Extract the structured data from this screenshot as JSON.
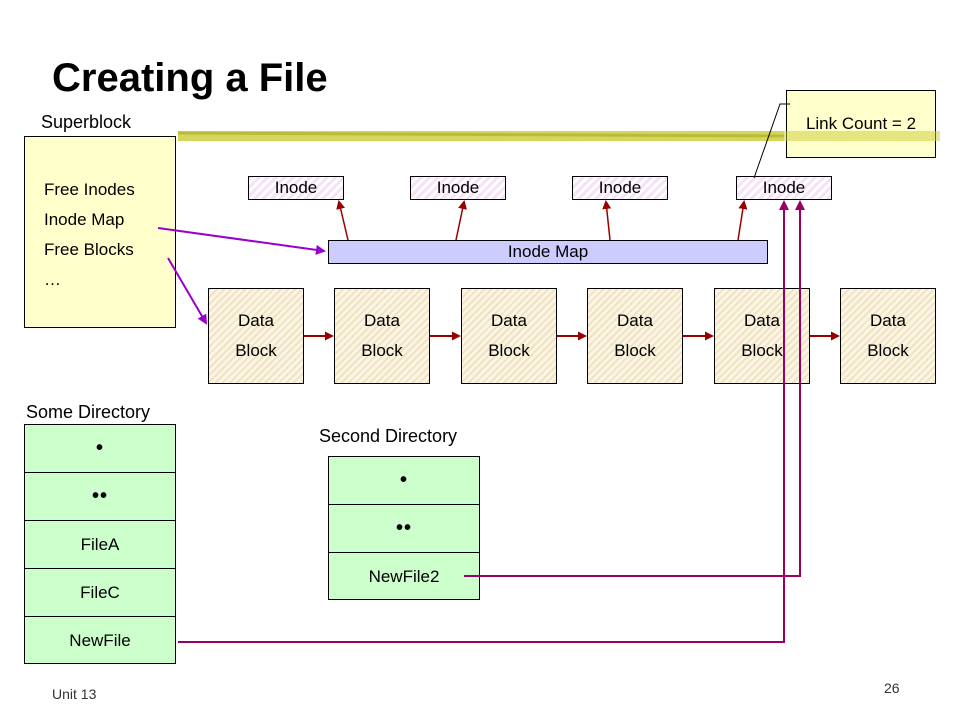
{
  "slide": {
    "title": "Creating a File",
    "footer_left": "Unit 13",
    "page_number": "26"
  },
  "superblock": {
    "label": "Superblock",
    "lines": [
      "Free Inodes",
      "Inode Map",
      "Free Blocks",
      "…"
    ]
  },
  "link_count": {
    "text": "Link Count = 2"
  },
  "inodes": [
    "Inode",
    "Inode",
    "Inode",
    "Inode"
  ],
  "inode_map": {
    "label": "Inode Map"
  },
  "data_blocks": [
    {
      "line1": "Data",
      "line2": "Block"
    },
    {
      "line1": "Data",
      "line2": "Block"
    },
    {
      "line1": "Data",
      "line2": "Block"
    },
    {
      "line1": "Data",
      "line2": "Block"
    },
    {
      "line1": "Data",
      "line2": "Block"
    },
    {
      "line1": "Data",
      "line2": "Block"
    }
  ],
  "some_directory": {
    "label": "Some Directory",
    "entries": [
      "•",
      "••",
      "FileA",
      "FileC",
      "NewFile"
    ]
  },
  "second_directory": {
    "label": "Second Directory",
    "entries": [
      "•",
      "••",
      "NewFile2"
    ]
  },
  "colors": {
    "title_underline": "#cccc33",
    "inode_map_fill": "#ccccff",
    "superblock_fill": "#ffffcc",
    "directory_fill": "#ccffcc",
    "superblock_pointer": "#9900cc",
    "inode_pointer": "#990000",
    "directory_link": "#990066"
  }
}
